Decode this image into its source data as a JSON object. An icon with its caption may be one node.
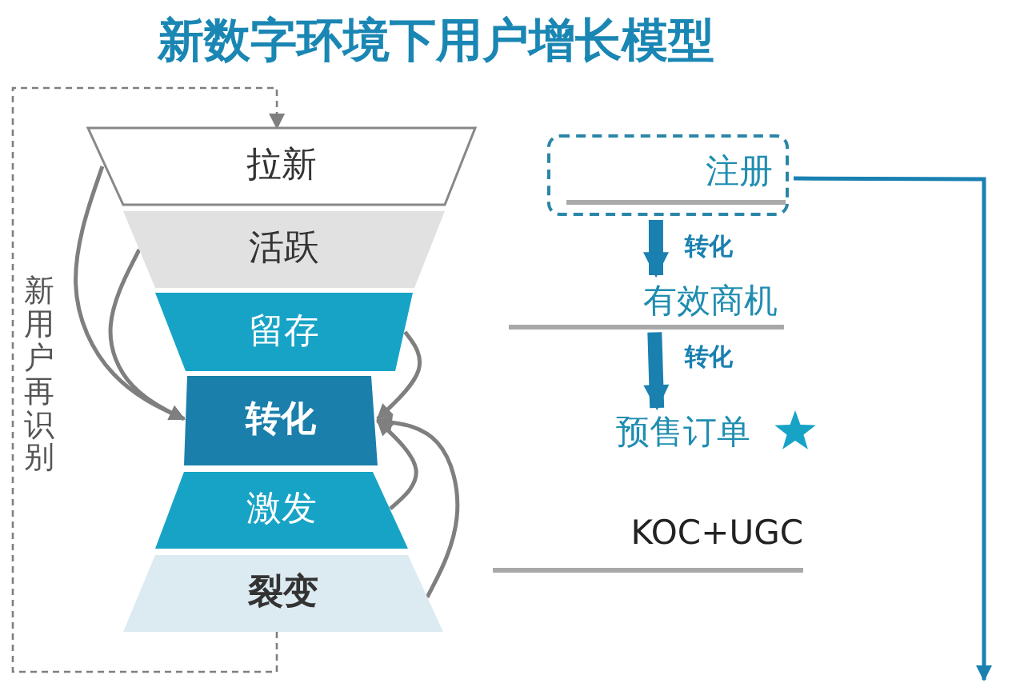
{
  "diagram": {
    "title": "新数字环境下用户增长模型",
    "nodes": [
      {
        "text": [
          "拉新"
        ]
      },
      {
        "text": [
          "活跃"
        ]
      },
      {
        "text": [
          "留存"
        ]
      },
      {
        "text": [
          "转化"
        ]
      },
      {
        "text": [
          "激发"
        ]
      },
      {
        "text": [
          "裂变"
        ]
      },
      {
        "text": [
          "注册"
        ]
      },
      {
        "text": [
          "有效商机"
        ]
      },
      {
        "text": [
          "预售订单"
        ]
      },
      {
        "text": [
          "KOC+UGC"
        ]
      }
    ],
    "edges": [
      {
        "from": 0,
        "to": 3,
        "arrow": "to"
      },
      {
        "from": 1,
        "to": 3,
        "arrow": "to"
      },
      {
        "from": 2,
        "to": 3,
        "arrow": "to"
      },
      {
        "from": 4,
        "to": 3,
        "arrow": "to"
      },
      {
        "from": 5,
        "to": 3,
        "arrow": "to"
      },
      {
        "from": 5,
        "to": 0,
        "arrow": "to",
        "style": "dashed",
        "label": "新用户再识别"
      },
      {
        "from": 6,
        "to": 7,
        "arrow": "to",
        "style": "thick",
        "color": "#1a80b0",
        "label": "转化"
      },
      {
        "from": 7,
        "to": 8,
        "arrow": "to",
        "style": "thick",
        "color": "#1a80b0",
        "label": "转化"
      },
      {
        "from": 6,
        "to": null,
        "arrow": "to",
        "color": "#1a80b0"
      }
    ]
  }
}
